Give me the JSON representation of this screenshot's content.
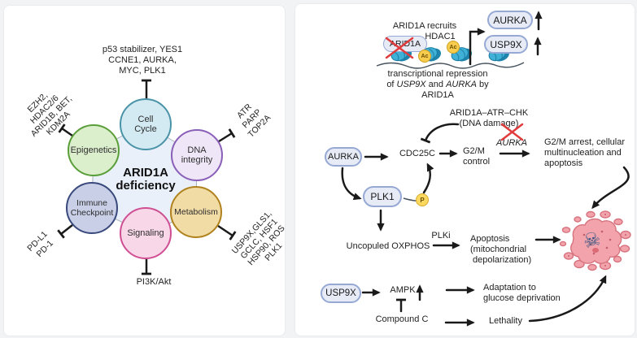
{
  "colors": {
    "red_x": "#e23b3b",
    "arrow": "#1a1a1a",
    "pill_fill": "#e7ebf6",
    "pill_border": "#96a9d4",
    "ac_fill": "#f8cc4d",
    "nucleosome": "#3fb0d6",
    "cell_fill": "#f2a3ab",
    "cell_border": "#d6737e",
    "hexagon_fill": "#e9f0f9",
    "cell_cycle_fill": "#d3eaf2",
    "epigenetics_fill": "#dcefcd",
    "dna_integrity_fill": "#efe6f7",
    "immune_fill": "#c8cfe7",
    "metabolism_fill": "#f2dca6",
    "signaling_fill": "#f8d8e8"
  },
  "left_panel": {
    "center_label": {
      "line1": "ARID1A",
      "line2": "deficiency"
    },
    "circles": {
      "cell_cycle": {
        "line1": "Cell",
        "line2": "Cycle"
      },
      "epigenetics": {
        "line1": "Epigenetics"
      },
      "dna_integrity": {
        "line1": "DNA",
        "line2": "integrity"
      },
      "immune_checkpoint": {
        "line1": "Immune",
        "line2": "Checkpoint"
      },
      "metabolism": {
        "line1": "Metabolism"
      },
      "signaling": {
        "line1": "Signaling"
      }
    },
    "targets": {
      "cell_cycle": [
        "p53 stabilizer, YES1",
        "CCNE1, AURKA,",
        "MYC, PLK1"
      ],
      "epigenetics": [
        "EZH2,",
        "HDAC2/6",
        "ARID1B, BET,",
        "KDM2A"
      ],
      "dna_integrity": [
        "ATR",
        "PARP",
        "TOP2A"
      ],
      "immune_checkpoint": [
        "PD-L1",
        "PD-1"
      ],
      "metabolism": [
        "USP9X,GLS1,",
        "GCLC, HSF1",
        "HSP90, ROS",
        "PLK1"
      ],
      "signaling": [
        "PI3K/Akt"
      ]
    }
  },
  "right_panel": {
    "top": {
      "recruits_line1": "ARID1A recruits",
      "recruits_line2": "HDAC1",
      "arid1a_pill": "ARID1A",
      "ac_label": "Ac",
      "aurka_pill": "AURKA",
      "usp9x_pill": "USP9X",
      "caption_line1": "transcriptional repression",
      "caption_of": "of ",
      "caption_usp9x": "USP9X",
      "caption_and": " and ",
      "caption_aurka": "AURKA",
      "caption_by": " by",
      "caption_line3": "ARID1A"
    },
    "middle": {
      "atr_chk_line1": "ARID1A–ATR–CHK",
      "atr_chk_line2": "(DNA damage)",
      "aurka_pill": "AURKA",
      "cdc25c": "CDC25C",
      "g2m_line1": "G2/M",
      "g2m_line2": "control",
      "aurka_italic": "AURKA",
      "arrest_line1": "G2/M arrest, cellular",
      "arrest_line2": "multinucleation and",
      "arrest_line3": "apoptosis",
      "plk1_pill": "PLK1",
      "p_label": "P"
    },
    "bottom": {
      "oxphos": "Uncopuled OXPHOS",
      "plki": "PLKi",
      "apoptosis_line1": "Apoptosis",
      "apoptosis_line2": "(mitochondrial",
      "apoptosis_line3": "depolarization)",
      "usp9x_pill": "USP9X",
      "ampk": "AMPK",
      "adaptation_line1": "Adaptation to",
      "adaptation_line2": "glucose deprivation",
      "compound_c": "Compound C",
      "lethality": "Lethality"
    },
    "icons": {
      "skull": "☠"
    }
  }
}
